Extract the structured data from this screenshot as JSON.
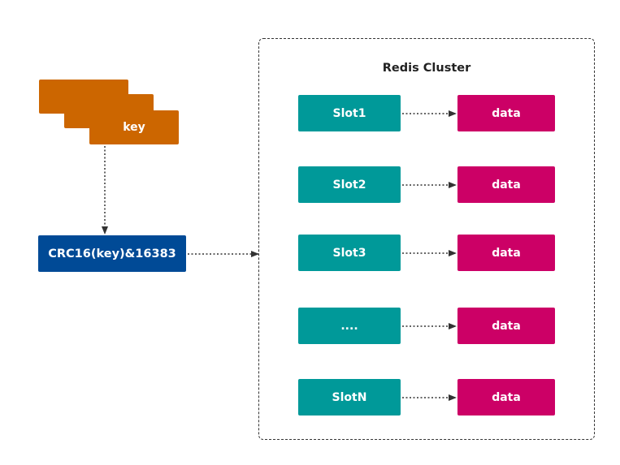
{
  "keys": {
    "front_label": "key"
  },
  "hash": {
    "label": "CRC16(key)&16383"
  },
  "cluster": {
    "title": "Redis Cluster"
  },
  "rows": [
    {
      "slot": "Slot1",
      "data": "data"
    },
    {
      "slot": "Slot2",
      "data": "data"
    },
    {
      "slot": "Slot3",
      "data": "data"
    },
    {
      "slot": "....",
      "data": "data"
    },
    {
      "slot": "SlotN",
      "data": "data"
    }
  ],
  "colors": {
    "key": "#cc6600",
    "hash": "#004a96",
    "slot": "#009999",
    "data": "#cc0066",
    "line": "#333333"
  }
}
